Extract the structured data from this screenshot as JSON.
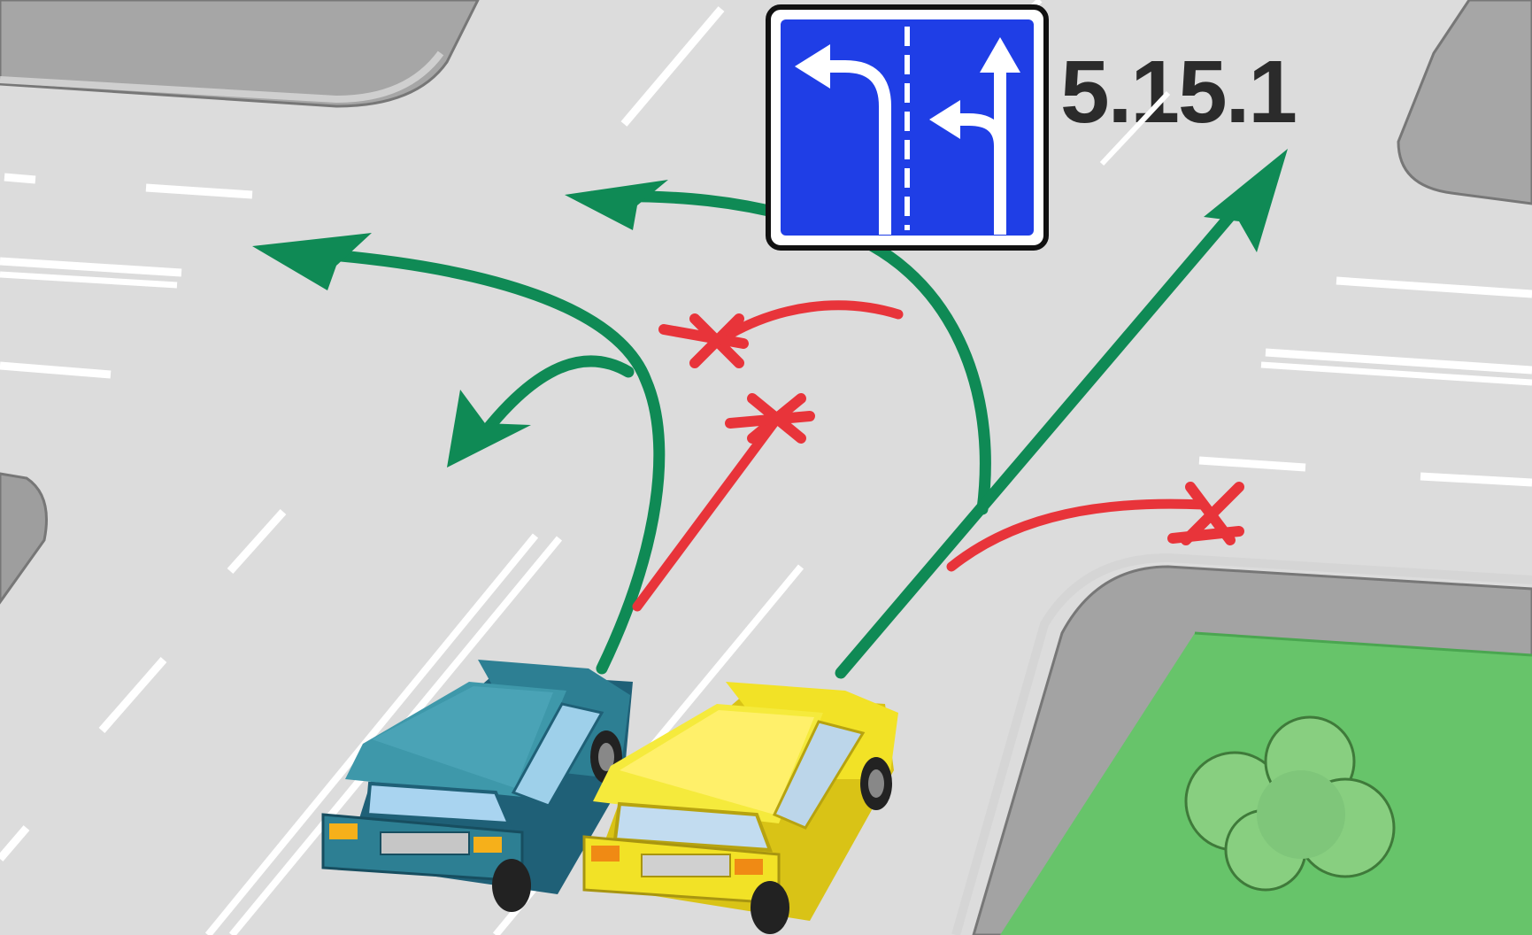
{
  "sign": {
    "code": "5.15.1",
    "background_color": "#1f3ee6",
    "frame_color": "#111111",
    "arrow_color": "#ffffff"
  },
  "colors": {
    "road": "#dcdcdc",
    "road_marking": "#ffffff",
    "curb": "#8f8f8f",
    "sidewalk": "#9e9e9e",
    "grass": "#67c46a",
    "allowed_path": "#0f8a55",
    "forbidden_path": "#e8343a",
    "car_left": "#2d7f93",
    "car_right": "#f2e226"
  },
  "paths": {
    "left_lane_allowed": [
      "left-turn",
      "u-turn"
    ],
    "left_lane_forbidden": [
      "straight",
      "left-turn-from-right-lane"
    ],
    "right_lane_allowed": [
      "left-turn",
      "straight"
    ],
    "right_lane_forbidden": [
      "right-turn"
    ]
  }
}
